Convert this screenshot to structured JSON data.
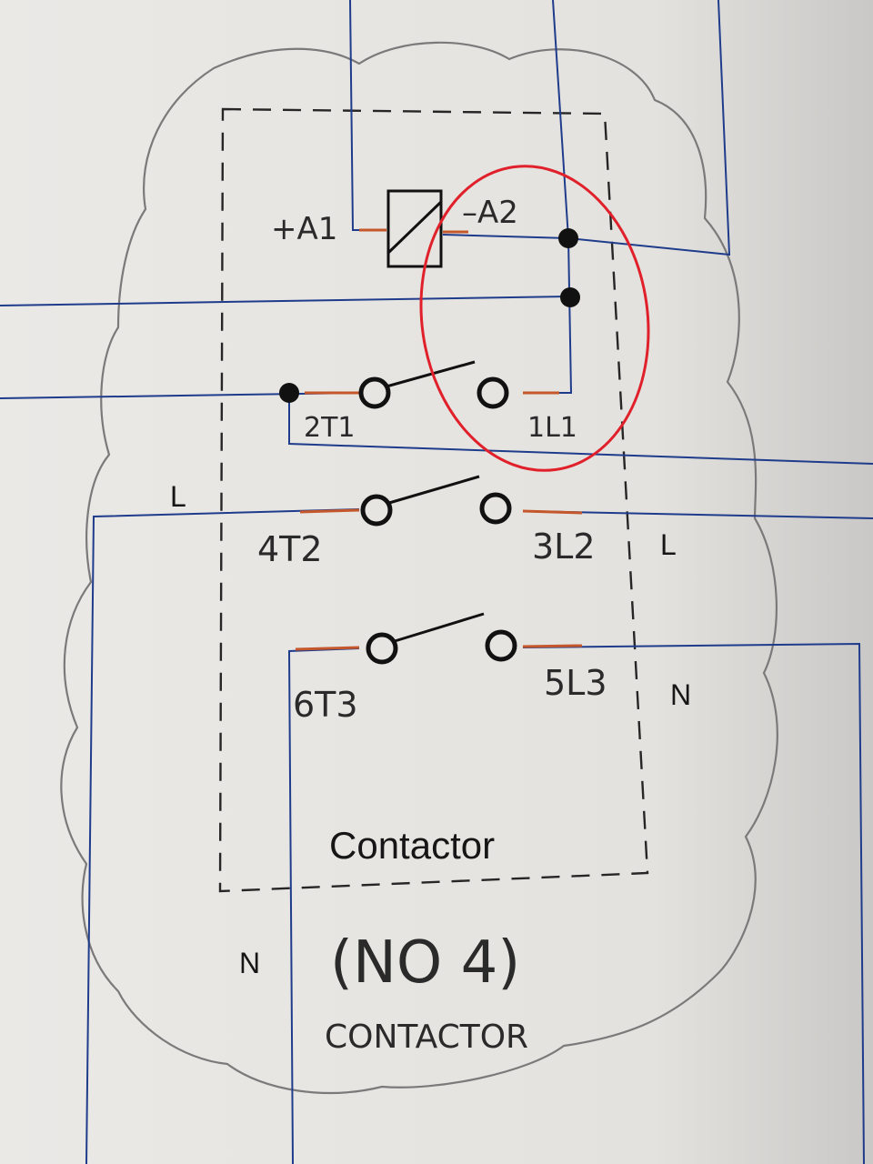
{
  "diagram": {
    "title": "Contactor",
    "coil_labels": {
      "a1": "+A1",
      "a2": "–A2"
    },
    "terminals": {
      "t1": "2T1",
      "l1": "1L1",
      "t2": "4T2",
      "l2": "3L2",
      "t3": "6T3",
      "l3": "5L3"
    },
    "supply_labels": {
      "left_l": "L",
      "right_l": "L",
      "right_n": "N",
      "bottom_n": "N"
    },
    "handwritten_note": {
      "line1": "(NO 4)",
      "line2": "CONTACTOR"
    },
    "colors": {
      "wire": "#1f3c8c",
      "terminal_lead": "#c4572c",
      "highlight_circle": "#e0202a",
      "pencil": "#7a7a7a"
    }
  }
}
